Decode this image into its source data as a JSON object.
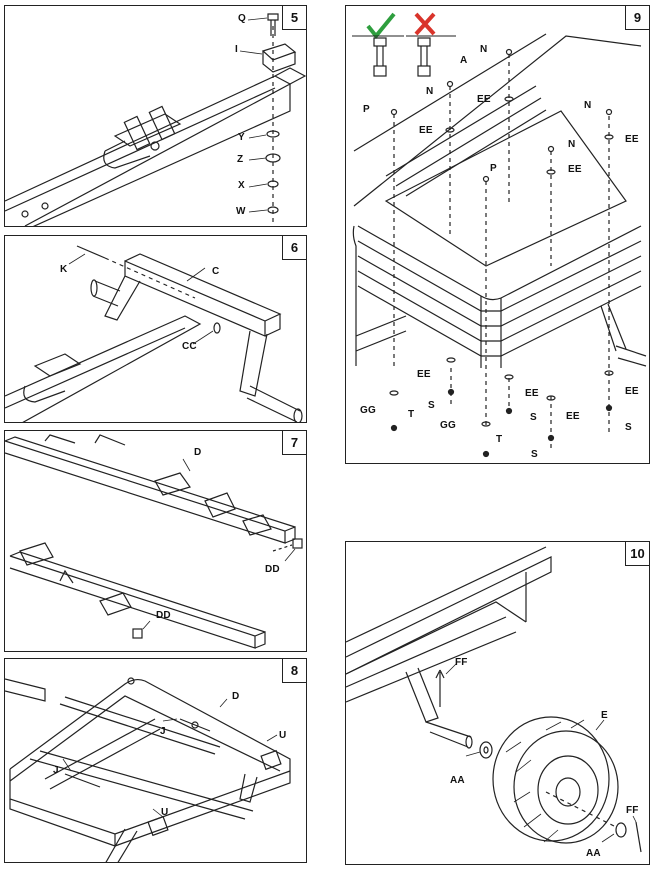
{
  "steps": [
    {
      "number": "5",
      "labels": {
        "q": "Q",
        "i": "I",
        "y": "Y",
        "z": "Z",
        "x": "X",
        "w": "W"
      }
    },
    {
      "number": "6",
      "labels": {
        "k": "K",
        "c": "C",
        "cc": "CC"
      }
    },
    {
      "number": "7",
      "labels": {
        "d": "D",
        "dd1": "DD",
        "dd2": "DD"
      }
    },
    {
      "number": "8",
      "labels": {
        "d": "D",
        "j1": "J",
        "j2": "J",
        "u1": "U",
        "u2": "U"
      }
    },
    {
      "number": "9",
      "labels": {
        "n1": "N",
        "n2": "N",
        "n3": "N",
        "n4": "N",
        "a": "A",
        "ee1": "EE",
        "ee2": "EE",
        "ee3": "EE",
        "ee4": "EE",
        "ee5": "EE",
        "ee6": "EE",
        "ee7": "EE",
        "ee8": "EE",
        "p1": "P",
        "p2": "P",
        "gg1": "GG",
        "gg2": "GG",
        "t1": "T",
        "t2": "T",
        "s1": "S",
        "s2": "S",
        "s3": "S",
        "s4": "S"
      }
    },
    {
      "number": "10",
      "labels": {
        "ff1": "FF",
        "ff2": "FF",
        "e": "E",
        "aa1": "AA",
        "aa2": "AA"
      }
    }
  ],
  "icons": {
    "correct": "check-icon",
    "incorrect": "cross-icon"
  },
  "colors": {
    "check": "#2e9e3e",
    "cross": "#d9342b",
    "line": "#222222"
  }
}
